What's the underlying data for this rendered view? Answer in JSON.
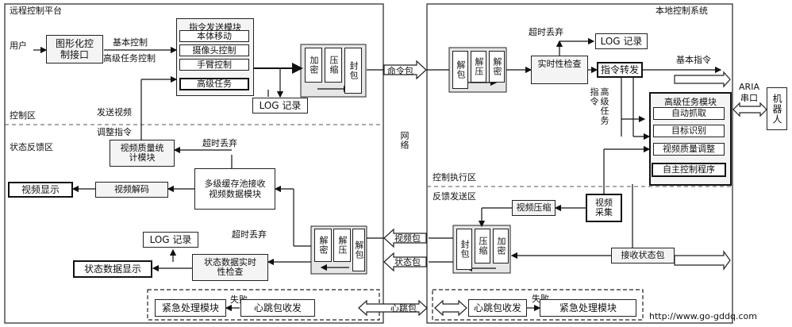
{
  "left": {
    "title": "远程控制平台",
    "control_area": "控制区",
    "feedback_area": "状态反馈区",
    "user": "用户",
    "gui": "图形化控制接口",
    "basic_control": "基本控制",
    "advanced_control": "高级任务控制",
    "cmd_module": {
      "title": "指令发送模块",
      "items": [
        "本体移动",
        "摄像头控制",
        "手臂控制",
        "高级任务"
      ]
    },
    "enc": "加密",
    "comp": "压缩",
    "pack": "封包",
    "log1": "LOG 记录",
    "send_video": "发送视频",
    "adjust_cmd": "调整指令",
    "video_quality": "视频质量统计模块",
    "timeout1": "超时丢弃",
    "video_display": "视频显示",
    "video_decode": "视频解码",
    "buffer_pool": "多级缓存池接收视频数据模块",
    "log2": "LOG 记录",
    "timeout2": "超时丢弃",
    "decrypt": "解密",
    "decomp": "解压",
    "unpack": "解包",
    "status_display": "状态数据显示",
    "status_check": "状态数据实时性检查",
    "emergency": "紧急处理模块",
    "fail": "失败",
    "heartbeat": "心跳包收发"
  },
  "middle": {
    "cmd_pkt": "命令包",
    "network": "网络",
    "video_pkt": "视频包",
    "status_pkt": "状态包",
    "heart_pkt": "心跳包"
  },
  "right": {
    "title": "本地控制系统",
    "unpack": "解包",
    "decomp": "解压",
    "decrypt": "解密",
    "timeout": "超时丢弃",
    "log": "LOG 记录",
    "realtime_check": "实时性检查",
    "forward": "指令转发",
    "basic_cmd": "基本指令",
    "adv_cmd": "高级任务指令",
    "adv_module": {
      "title": "高级任务模块",
      "items": [
        "自动抓取",
        "目标识别",
        "视频质量调整",
        "自主控制程序"
      ]
    },
    "aria": "ARIA串口",
    "robot": "机器人",
    "exec_area": "控制执行区",
    "feedback_area": "反馈发送区",
    "video_comp": "视频压缩",
    "video_cap": "视频采集",
    "pack": "封包",
    "comp": "压缩",
    "enc": "加密",
    "recv_status": "接收状态包",
    "heartbeat": "心跳包收发",
    "fail": "失败",
    "emergency": "紧急处理模块"
  },
  "watermark": "http://www.go-gddq.com"
}
